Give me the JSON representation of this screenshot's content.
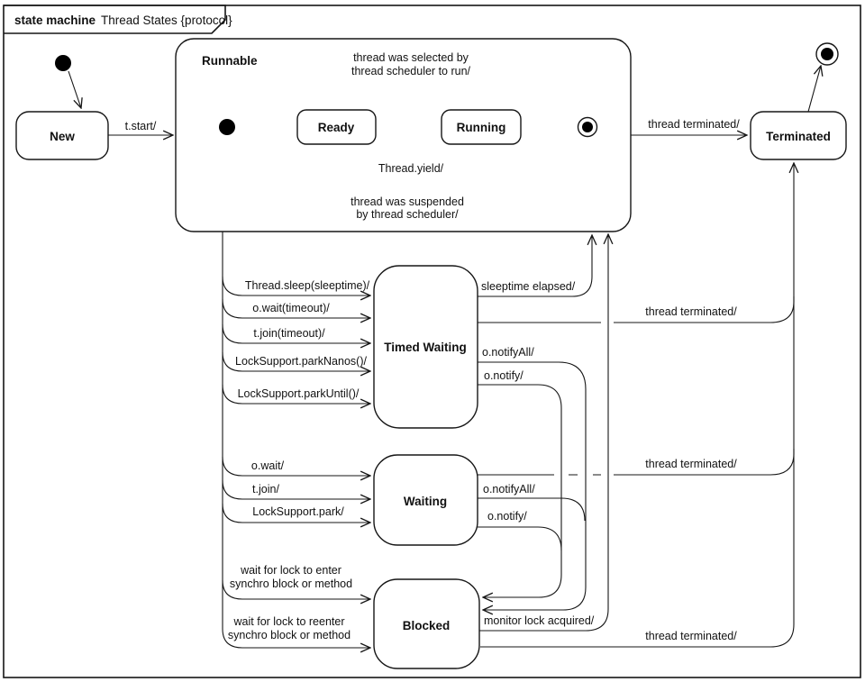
{
  "title": {
    "keyword": "state machine",
    "name": "Thread States {protocol}"
  },
  "colors": {
    "state_text_blue": "#2e5fa5",
    "line": "#161616",
    "fill": "#ffffff"
  },
  "states": {
    "new": "New",
    "runnable": "Runnable",
    "ready": "Ready",
    "running": "Running",
    "terminated": "Terminated",
    "timed_waiting": "Timed Waiting",
    "waiting": "Waiting",
    "blocked": "Blocked"
  },
  "labels": {
    "t_start": "t.start/",
    "selected_line1": "thread was selected by",
    "selected_line2": "thread scheduler to run/",
    "thread_yield": "Thread.yield/",
    "suspended_line1": "thread was suspended",
    "suspended_line2": "by thread scheduler/",
    "term_runnable": "thread terminated/",
    "thread_sleep": "Thread.sleep(sleeptime)/",
    "o_wait_timeout": "o.wait(timeout)/",
    "t_join_timeout": "t.join(timeout)/",
    "park_nanos": "LockSupport.parkNanos()/",
    "park_until": "LockSupport.parkUntil()/",
    "sleeptime_elapsed": "sleeptime elapsed/",
    "tw_notify_all": "o.notifyAll/",
    "tw_notify": "o.notify/",
    "term_timed_waiting": "thread terminated/",
    "o_wait": "o.wait/",
    "t_join": "t.join/",
    "lock_support_park": "LockSupport.park/",
    "w_notify_all": "o.notifyAll/",
    "w_notify": "o.notify/",
    "term_waiting": "thread terminated/",
    "enter_line1": "wait for lock to enter",
    "enter_line2": "synchro block or method",
    "reenter_line1": "wait for lock to reenter",
    "reenter_line2": "synchro block or method",
    "monitor_lock": "monitor lock acquired/",
    "term_blocked": "thread terminated/"
  }
}
